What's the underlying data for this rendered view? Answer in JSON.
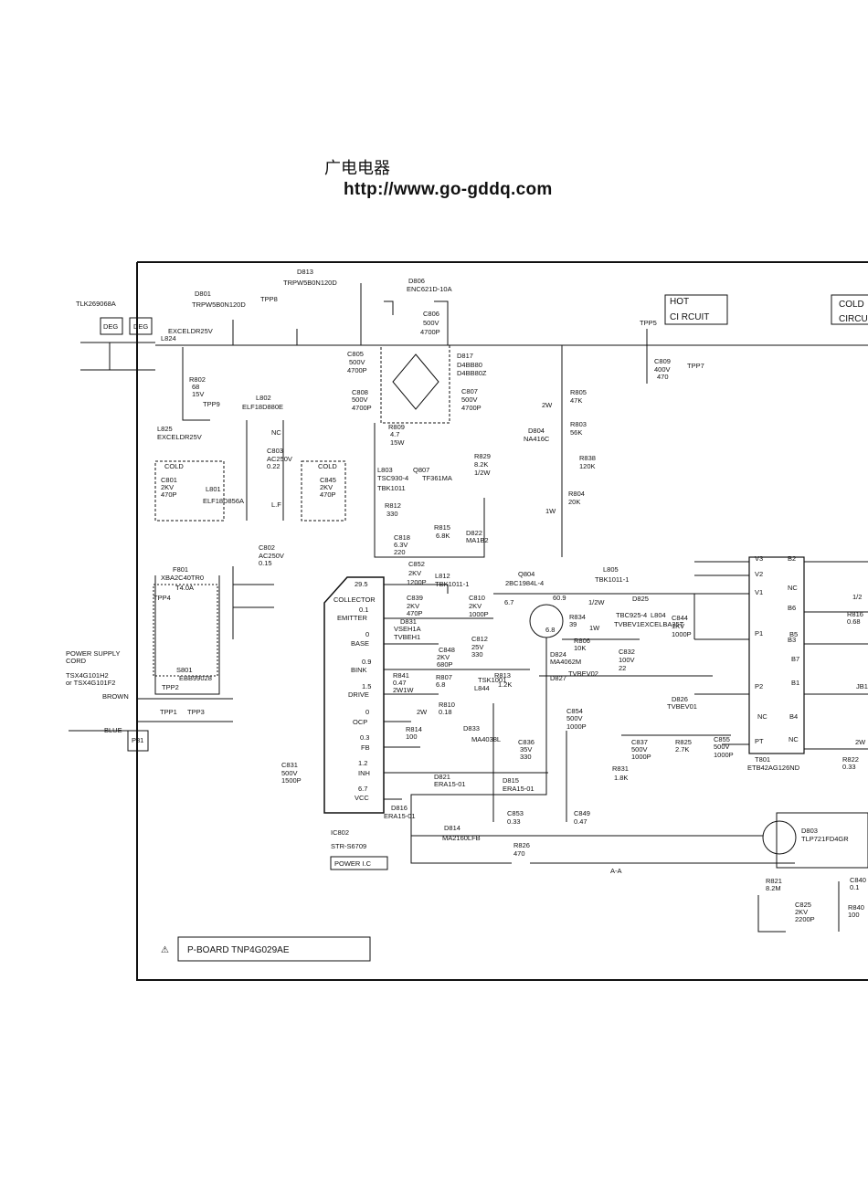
{
  "header": {
    "site_name": "广电电器",
    "url": "http://www.go-gddq.com"
  },
  "boxes": {
    "hot": [
      "HOT",
      "CI RCUIT"
    ],
    "cold": [
      "COLD",
      "CIRCU"
    ],
    "board": "P-BOARD  TNP4G029AE",
    "power_ic": "POWER I.C"
  },
  "labels": [
    {
      "t": "D813"
    },
    {
      "t": "TRPW5B0N120D"
    },
    {
      "t": "D806"
    },
    {
      "t": "ENC621D-10A"
    },
    {
      "t": "D801"
    },
    {
      "t": "TRPW5B0N120D"
    },
    {
      "t": "TPP8"
    },
    {
      "t": "TLK269068A"
    },
    {
      "t": "DEG"
    },
    {
      "t": "DEG"
    },
    {
      "t": "L824"
    },
    {
      "t": "EXCELDR25V"
    },
    {
      "t": "C806"
    },
    {
      "t": "500V"
    },
    {
      "t": "4700P"
    },
    {
      "t": "TPP5"
    },
    {
      "t": "C805"
    },
    {
      "t": "500V"
    },
    {
      "t": "4700P"
    },
    {
      "t": "D817"
    },
    {
      "t": "D4BB80"
    },
    {
      "t": "D4BB80Z"
    },
    {
      "t": "C809"
    },
    {
      "t": "400V"
    },
    {
      "t": "470"
    },
    {
      "t": "TPP7"
    },
    {
      "t": "R802"
    },
    {
      "t": "68"
    },
    {
      "t": "15V"
    },
    {
      "t": "TPP9"
    },
    {
      "t": "L802"
    },
    {
      "t": "ELF18D880E"
    },
    {
      "t": "C808"
    },
    {
      "t": "500V"
    },
    {
      "t": "4700P"
    },
    {
      "t": "C807"
    },
    {
      "t": "500V"
    },
    {
      "t": "4700P"
    },
    {
      "t": "R805"
    },
    {
      "t": "47K"
    },
    {
      "t": "2W"
    },
    {
      "t": "L825"
    },
    {
      "t": "EXCELDR25V"
    },
    {
      "t": "R809"
    },
    {
      "t": "4.7"
    },
    {
      "t": "15W"
    },
    {
      "t": "R803"
    },
    {
      "t": "56K"
    },
    {
      "t": "D804"
    },
    {
      "t": "NA416C"
    },
    {
      "t": "C803"
    },
    {
      "t": "AC250V"
    },
    {
      "t": "0.22"
    },
    {
      "t": "R829"
    },
    {
      "t": "8.2K"
    },
    {
      "t": "1/2W"
    },
    {
      "t": "R838"
    },
    {
      "t": "120K"
    },
    {
      "t": "COLD"
    },
    {
      "t": "COLD"
    },
    {
      "t": "L803"
    },
    {
      "t": "TSC930-4"
    },
    {
      "t": "Q807"
    },
    {
      "t": "TF361MA"
    },
    {
      "t": "C801"
    },
    {
      "t": "2KV"
    },
    {
      "t": "470P"
    },
    {
      "t": "L801"
    },
    {
      "t": "ELF18D856A"
    },
    {
      "t": "C845"
    },
    {
      "t": "2KV"
    },
    {
      "t": "470P"
    },
    {
      "t": "TBK1011"
    },
    {
      "t": "R804"
    },
    {
      "t": "20K"
    },
    {
      "t": "R812"
    },
    {
      "t": "330"
    },
    {
      "t": "1W"
    },
    {
      "t": "R815"
    },
    {
      "t": "6.8K"
    },
    {
      "t": "D822"
    },
    {
      "t": "MA1B2"
    },
    {
      "t": "C818"
    },
    {
      "t": "6.3V"
    },
    {
      "t": "220"
    },
    {
      "t": "C802"
    },
    {
      "t": "AC250V"
    },
    {
      "t": "0.15"
    },
    {
      "t": "F801"
    },
    {
      "t": "XBA2C40TR0"
    },
    {
      "t": "T4.0A"
    },
    {
      "t": "TPP4"
    },
    {
      "t": "C852"
    },
    {
      "t": "2KV"
    },
    {
      "t": "1200P"
    },
    {
      "t": "L812"
    },
    {
      "t": "TBK1011-1"
    },
    {
      "t": "Q804"
    },
    {
      "t": "2BC1984L-4"
    },
    {
      "t": "L805"
    },
    {
      "t": "TBK1011-1"
    },
    {
      "t": "29.5"
    },
    {
      "t": "COLLECTOR"
    },
    {
      "t": "0.1"
    },
    {
      "t": "EMITTER"
    },
    {
      "t": "C839"
    },
    {
      "t": "2KV"
    },
    {
      "t": "470P"
    },
    {
      "t": "C810"
    },
    {
      "t": "2KV"
    },
    {
      "t": "1000P"
    },
    {
      "t": "6.7"
    },
    {
      "t": "60.9"
    },
    {
      "t": "6.8"
    },
    {
      "t": "R834"
    },
    {
      "t": "39"
    },
    {
      "t": "1/2W"
    },
    {
      "t": "1W"
    },
    {
      "t": "D825"
    },
    {
      "t": "TBC925-4"
    },
    {
      "t": "L804"
    },
    {
      "t": "TVBEV1EXCELBA35T"
    },
    {
      "t": "C844"
    },
    {
      "t": "1KV"
    },
    {
      "t": "1000P"
    },
    {
      "t": "0"
    },
    {
      "t": "BASE"
    },
    {
      "t": "D831"
    },
    {
      "t": "VSEH1A"
    },
    {
      "t": "TVBEH1"
    },
    {
      "t": "C848"
    },
    {
      "t": "2KV"
    },
    {
      "t": "680P"
    },
    {
      "t": "C812"
    },
    {
      "t": "25V"
    },
    {
      "t": "330"
    },
    {
      "t": "R806"
    },
    {
      "t": "10K"
    },
    {
      "t": "C832"
    },
    {
      "t": "100V"
    },
    {
      "t": "22"
    },
    {
      "t": "0.9"
    },
    {
      "t": "BINK"
    },
    {
      "t": "R841"
    },
    {
      "t": "0.47"
    },
    {
      "t": "2W1W"
    },
    {
      "t": "R807"
    },
    {
      "t": "6.8"
    },
    {
      "t": "L844"
    },
    {
      "t": "TSK1001"
    },
    {
      "t": "R813"
    },
    {
      "t": "1.2K"
    },
    {
      "t": "D824"
    },
    {
      "t": "MA4062M"
    },
    {
      "t": "D827"
    },
    {
      "t": "TVBEV02"
    },
    {
      "t": "1.5"
    },
    {
      "t": "DRIVE"
    },
    {
      "t": "R810"
    },
    {
      "t": "0.18"
    },
    {
      "t": "2W"
    },
    {
      "t": "C854"
    },
    {
      "t": "500V"
    },
    {
      "t": "1000P"
    },
    {
      "t": "D826"
    },
    {
      "t": "TVBEV01"
    },
    {
      "t": "0"
    },
    {
      "t": "OCP"
    },
    {
      "t": "R814"
    },
    {
      "t": "100"
    },
    {
      "t": "D833"
    },
    {
      "t": "MA4038L"
    },
    {
      "t": "0.3"
    },
    {
      "t": "FB"
    },
    {
      "t": "C836"
    },
    {
      "t": "35V"
    },
    {
      "t": "330"
    },
    {
      "t": "C837"
    },
    {
      "t": "500V"
    },
    {
      "t": "1000P"
    },
    {
      "t": "R825"
    },
    {
      "t": "2.7K"
    },
    {
      "t": "C855"
    },
    {
      "t": "500V"
    },
    {
      "t": "1000P"
    },
    {
      "t": "C831"
    },
    {
      "t": "500V"
    },
    {
      "t": "1500P"
    },
    {
      "t": "1.2"
    },
    {
      "t": "INH"
    },
    {
      "t": "D821"
    },
    {
      "t": "ERA15-01"
    },
    {
      "t": "R831"
    },
    {
      "t": "1.8K"
    },
    {
      "t": "6.7"
    },
    {
      "t": "VCC"
    },
    {
      "t": "D815"
    },
    {
      "t": "ERA15-01"
    },
    {
      "t": "D816"
    },
    {
      "t": "ERA15-01"
    },
    {
      "t": "C853"
    },
    {
      "t": "0.33"
    },
    {
      "t": "C849"
    },
    {
      "t": "0.47"
    },
    {
      "t": "IC802"
    },
    {
      "t": "STR-S6709"
    },
    {
      "t": "D814"
    },
    {
      "t": "MA2160LFB"
    },
    {
      "t": "R826"
    },
    {
      "t": "470"
    },
    {
      "t": "A-A"
    },
    {
      "t": "T801"
    },
    {
      "t": "ETB42AG126ND"
    },
    {
      "t": "D803"
    },
    {
      "t": "TLP721FD4GR"
    },
    {
      "t": "R821"
    },
    {
      "t": "8.2M"
    },
    {
      "t": "C825"
    },
    {
      "t": "2KV"
    },
    {
      "t": "2200P"
    },
    {
      "t": "C840"
    },
    {
      "t": "0.1"
    },
    {
      "t": "R840"
    },
    {
      "t": "100"
    },
    {
      "t": "R816"
    },
    {
      "t": "0.68"
    },
    {
      "t": "1/2"
    },
    {
      "t": "JB1"
    },
    {
      "t": "R822"
    },
    {
      "t": "0.33"
    },
    {
      "t": "2W"
    },
    {
      "t": "POWER SUPPLY"
    },
    {
      "t": "CORD"
    },
    {
      "t": "TSX4G101H2"
    },
    {
      "t": "or TSX4G101F2"
    },
    {
      "t": "BROWN"
    },
    {
      "t": "BLUE"
    },
    {
      "t": "P81"
    },
    {
      "t": "TPP1"
    },
    {
      "t": "TPP2"
    },
    {
      "t": "TPP3"
    },
    {
      "t": "S801"
    },
    {
      "t": "EBB99028"
    },
    {
      "t": "V3"
    },
    {
      "t": "V2"
    },
    {
      "t": "V1"
    },
    {
      "t": "P1"
    },
    {
      "t": "P2"
    },
    {
      "t": "PT"
    },
    {
      "t": "B2"
    },
    {
      "t": "NC"
    },
    {
      "t": "B6"
    },
    {
      "t": "B5"
    },
    {
      "t": "B7"
    },
    {
      "t": "B1"
    },
    {
      "t": "B4"
    },
    {
      "t": "NC"
    },
    {
      "t": "B3"
    },
    {
      "t": "NC"
    },
    {
      "t": "NC"
    },
    {
      "t": "L.F"
    },
    {
      "t": "L.F"
    }
  ]
}
